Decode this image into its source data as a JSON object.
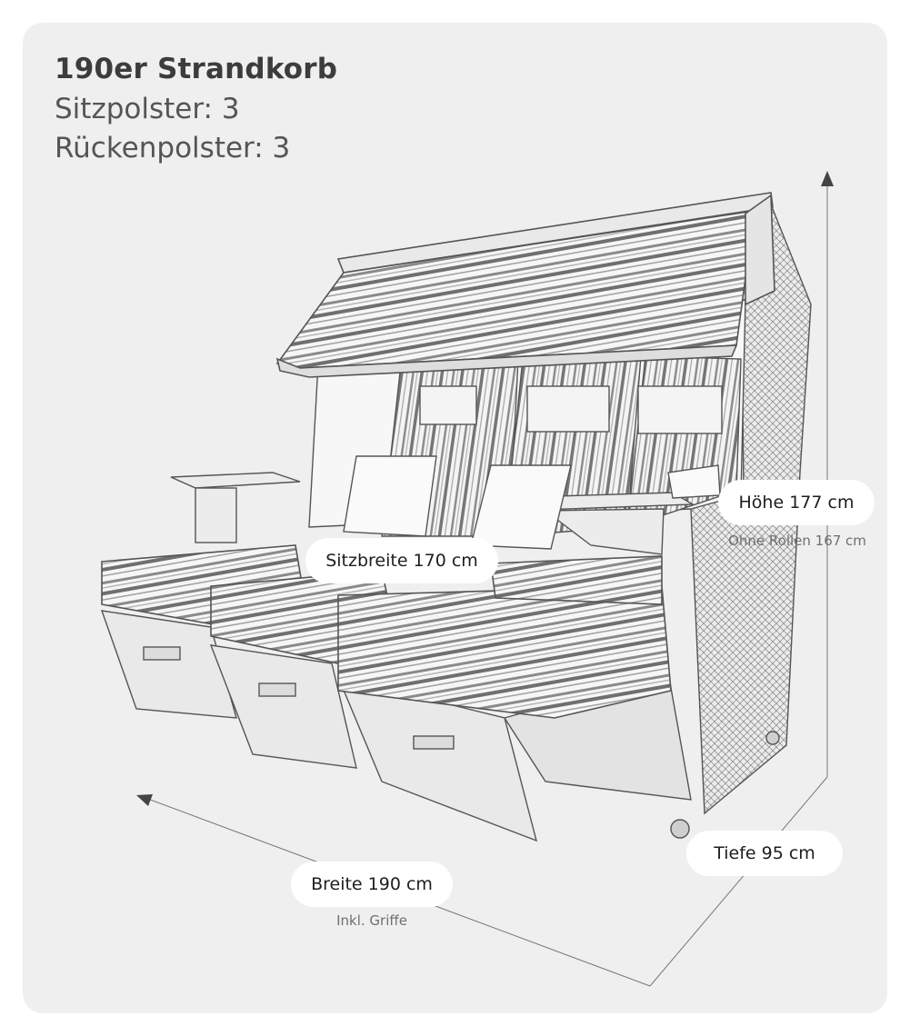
{
  "header": {
    "title": "190er Strandkorb",
    "seat_cushions": "Sitzpolster: 3",
    "back_cushions": "Rückenpolster: 3"
  },
  "dimensions": {
    "height": {
      "label": "Höhe 177 cm",
      "note": "Ohne Rollen 167 cm"
    },
    "seat_width": {
      "label": "Sitzbreite 170 cm"
    },
    "depth": {
      "label": "Tiefe 95 cm"
    },
    "width": {
      "label": "Breite 190 cm",
      "note": "Inkl. Griffe"
    }
  },
  "colors": {
    "panel": "#efefef",
    "line": "#555555",
    "pill": "#ffffff",
    "heading": "#3c3c3c"
  },
  "illustration": {
    "subject": "beach-chair-sketch",
    "stripes": "striped-canopy-and-cushions"
  }
}
